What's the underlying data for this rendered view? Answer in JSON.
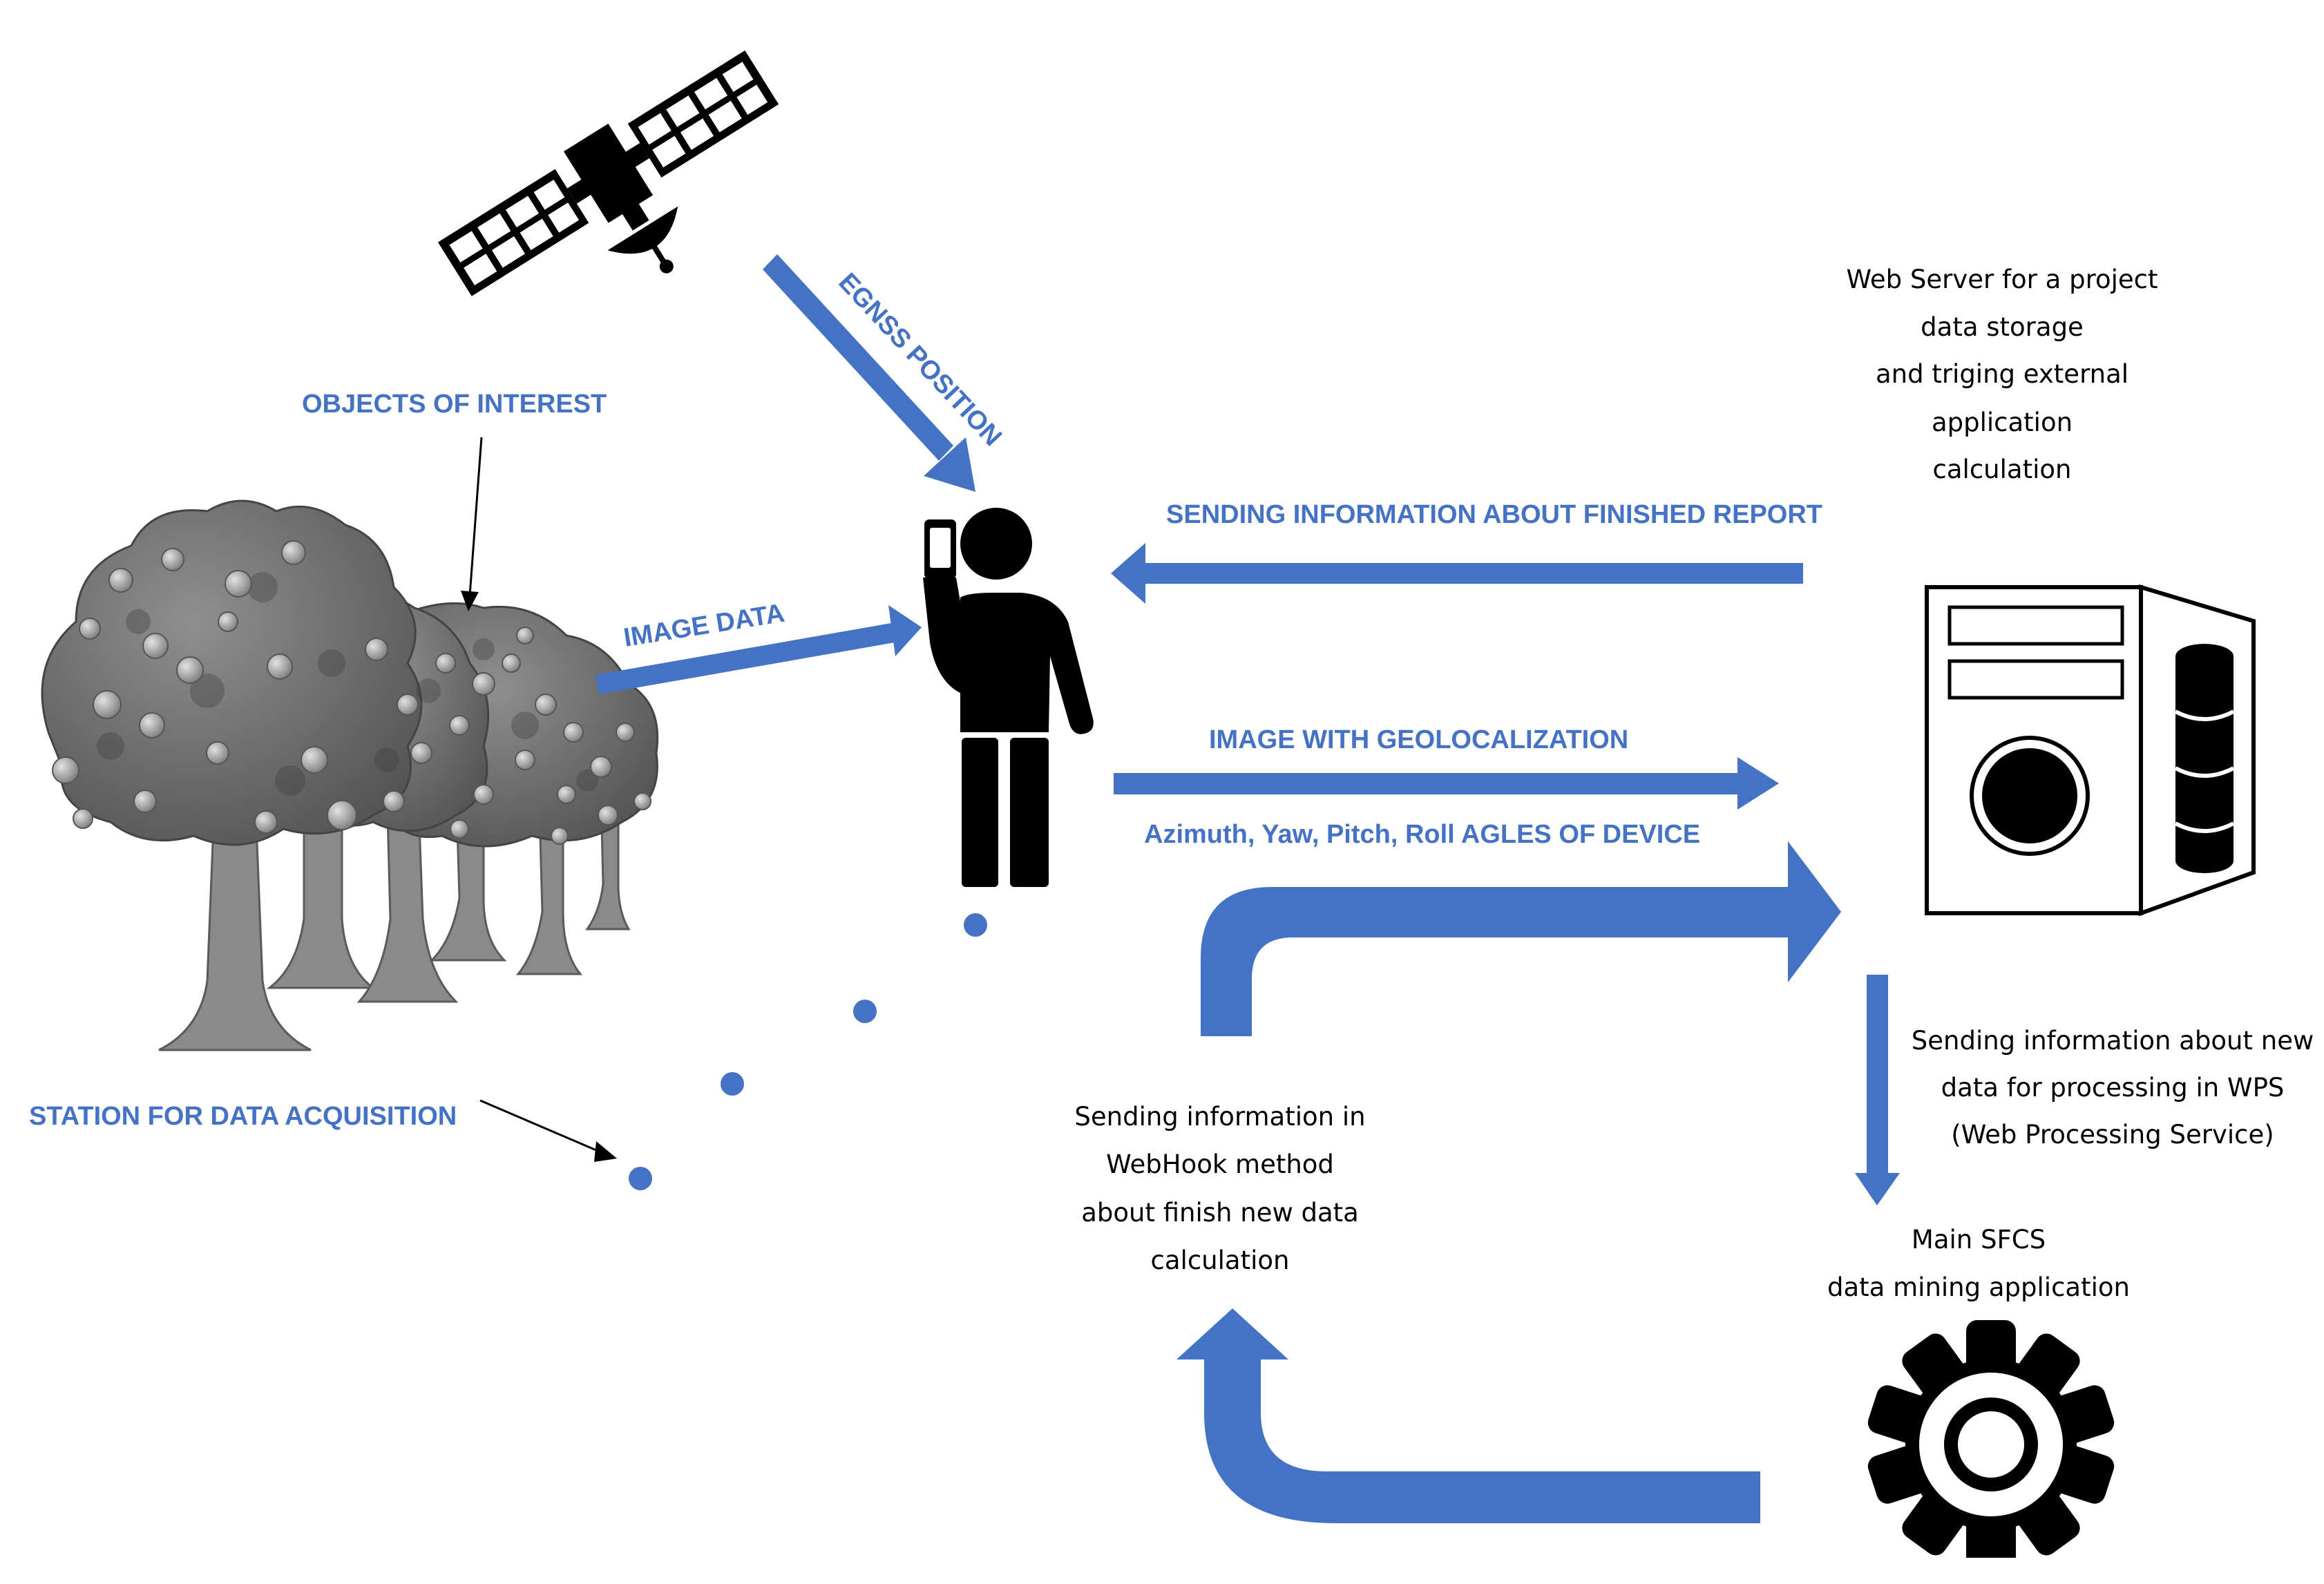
{
  "colors": {
    "accent": "#4472c4",
    "text": "#000000",
    "tree": "#7a7a7a",
    "background": "#ffffff"
  },
  "labels": {
    "egnss_position": "EGNSS POSITION",
    "objects_of_interest": "OBJECTS OF INTEREST",
    "image_data": "IMAGE DATA",
    "station_for_data_acquisition": "STATION FOR DATA ACQUISITION",
    "sending_finished_report": "SENDING INFORMATION ABOUT FINISHED REPORT",
    "image_with_geolocalization": "IMAGE WITH GEOLOCALIZATION",
    "angles_of_device": "Azimuth, Yaw, Pitch, Roll AGLES OF DEVICE"
  },
  "web_server": {
    "lines": [
      "Web Server for a project",
      "data storage",
      "and triging external",
      "application",
      "calculation"
    ]
  },
  "wps_message": {
    "lines": [
      "Sending information about new",
      "data for processing in WPS",
      "(Web Processing Service)"
    ]
  },
  "main_app": {
    "lines": [
      "Main SFCS",
      "data mining application"
    ]
  },
  "webhook_message": {
    "lines": [
      "Sending information in",
      "WebHook method",
      "about finish new data",
      "calculation"
    ]
  },
  "icons": [
    "satellite-icon",
    "tree-group-icon",
    "person-with-phone-icon",
    "server-icon",
    "gear-icon"
  ]
}
